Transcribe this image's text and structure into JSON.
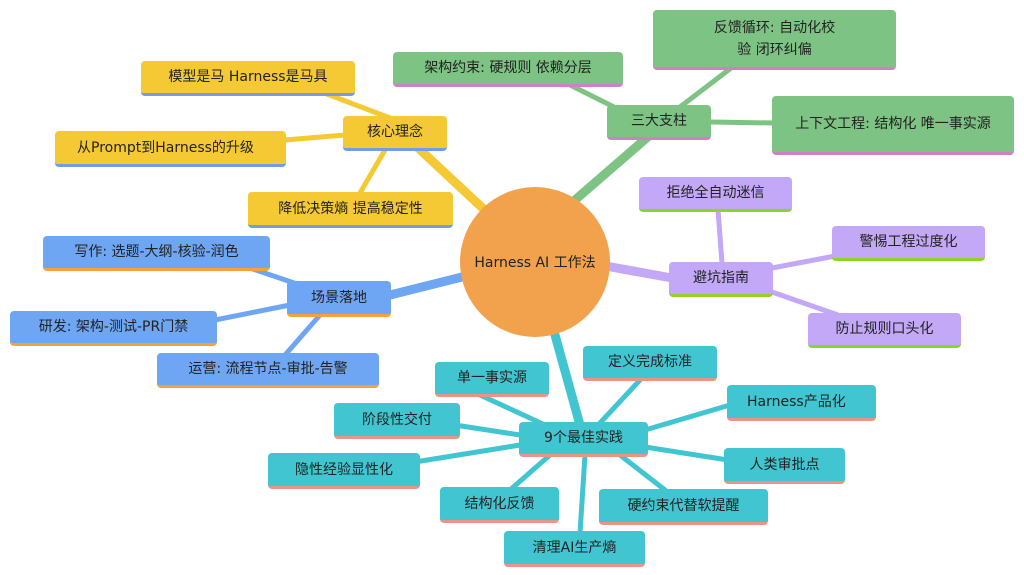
{
  "center": {
    "label": "Harness AI 工作法",
    "color": "#f2a24c"
  },
  "branches": {
    "core": {
      "label": "核心理念",
      "color": "#f5c933",
      "children": [
        "模型是马 Harness是马具",
        "从Prompt到Harness的升级",
        "降低决策熵 提高稳定性"
      ]
    },
    "pillars": {
      "label": "三大支柱",
      "color": "#7dc383",
      "children": [
        "架构约束: 硬规则 依赖分层",
        "反馈循环: 自动化校验 闭环纠偏",
        "上下文工程: 结构化 唯一事实源"
      ]
    },
    "pitfalls": {
      "label": "避坑指南",
      "color": "#c3a8f7",
      "children": [
        "拒绝全自动迷信",
        "警惕工程过度化",
        "防止规则口头化"
      ]
    },
    "scenarios": {
      "label": "场景落地",
      "color": "#6ea6f4",
      "children": [
        "写作: 选题-大纲-核验-润色",
        "研发: 架构-测试-PR门禁",
        "运营: 流程节点-审批-告警"
      ]
    },
    "practices": {
      "label": "9个最佳实践",
      "color": "#40c5d1",
      "children": [
        "单一事实源",
        "定义完成标准",
        "Harness产品化",
        "阶段性交付",
        "隐性经验显性化",
        "人类审批点",
        "结构化反馈",
        "硬约束代替软提醒",
        "清理AI生产熵"
      ]
    }
  }
}
